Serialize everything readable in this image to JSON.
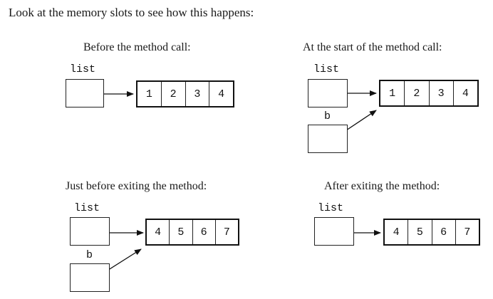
{
  "intro": "Look at the memory slots to see how this happens:",
  "panels": [
    {
      "caption": "Before the method call:",
      "vars": [
        {
          "name": "list"
        }
      ],
      "array": [
        "1",
        "2",
        "3",
        "4"
      ]
    },
    {
      "caption": "At the start of the method call:",
      "vars": [
        {
          "name": "list"
        },
        {
          "name": "b"
        }
      ],
      "array": [
        "1",
        "2",
        "3",
        "4"
      ]
    },
    {
      "caption": "Just before exiting the method:",
      "vars": [
        {
          "name": "list"
        },
        {
          "name": "b"
        }
      ],
      "array": [
        "4",
        "5",
        "6",
        "7"
      ]
    },
    {
      "caption": "After exiting the method:",
      "vars": [
        {
          "name": "list"
        }
      ],
      "array": [
        "4",
        "5",
        "6",
        "7"
      ]
    }
  ]
}
